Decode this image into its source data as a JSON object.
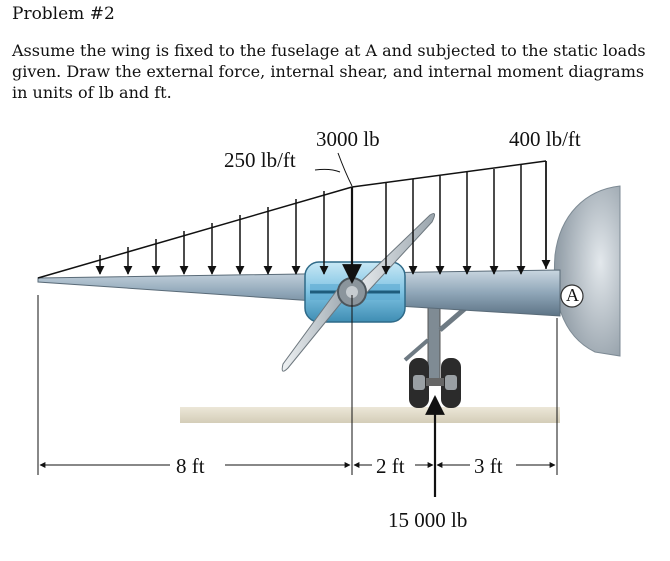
{
  "problem": {
    "title": "Problem #2",
    "text": "Assume the wing is fixed to the fuselage at A and subjected to the static loads given.  Draw the external force, internal shear, and internal moment diagrams in units of lb and ft."
  },
  "figure": {
    "load_start_label": "250 lb/ft",
    "load_end_label": "400 lb/ft",
    "engine_force_label": "3000 lb",
    "wheel_force_label": "15 000 lb",
    "support_label": "A",
    "dim_1": "8 ft",
    "dim_2": "2 ft",
    "dim_3": "3 ft"
  },
  "colors": {
    "wing": "#8fa6b8",
    "fuselage": "#a9b5bf",
    "engine": "#7ec3e3",
    "ground": "#d9d3c2"
  }
}
